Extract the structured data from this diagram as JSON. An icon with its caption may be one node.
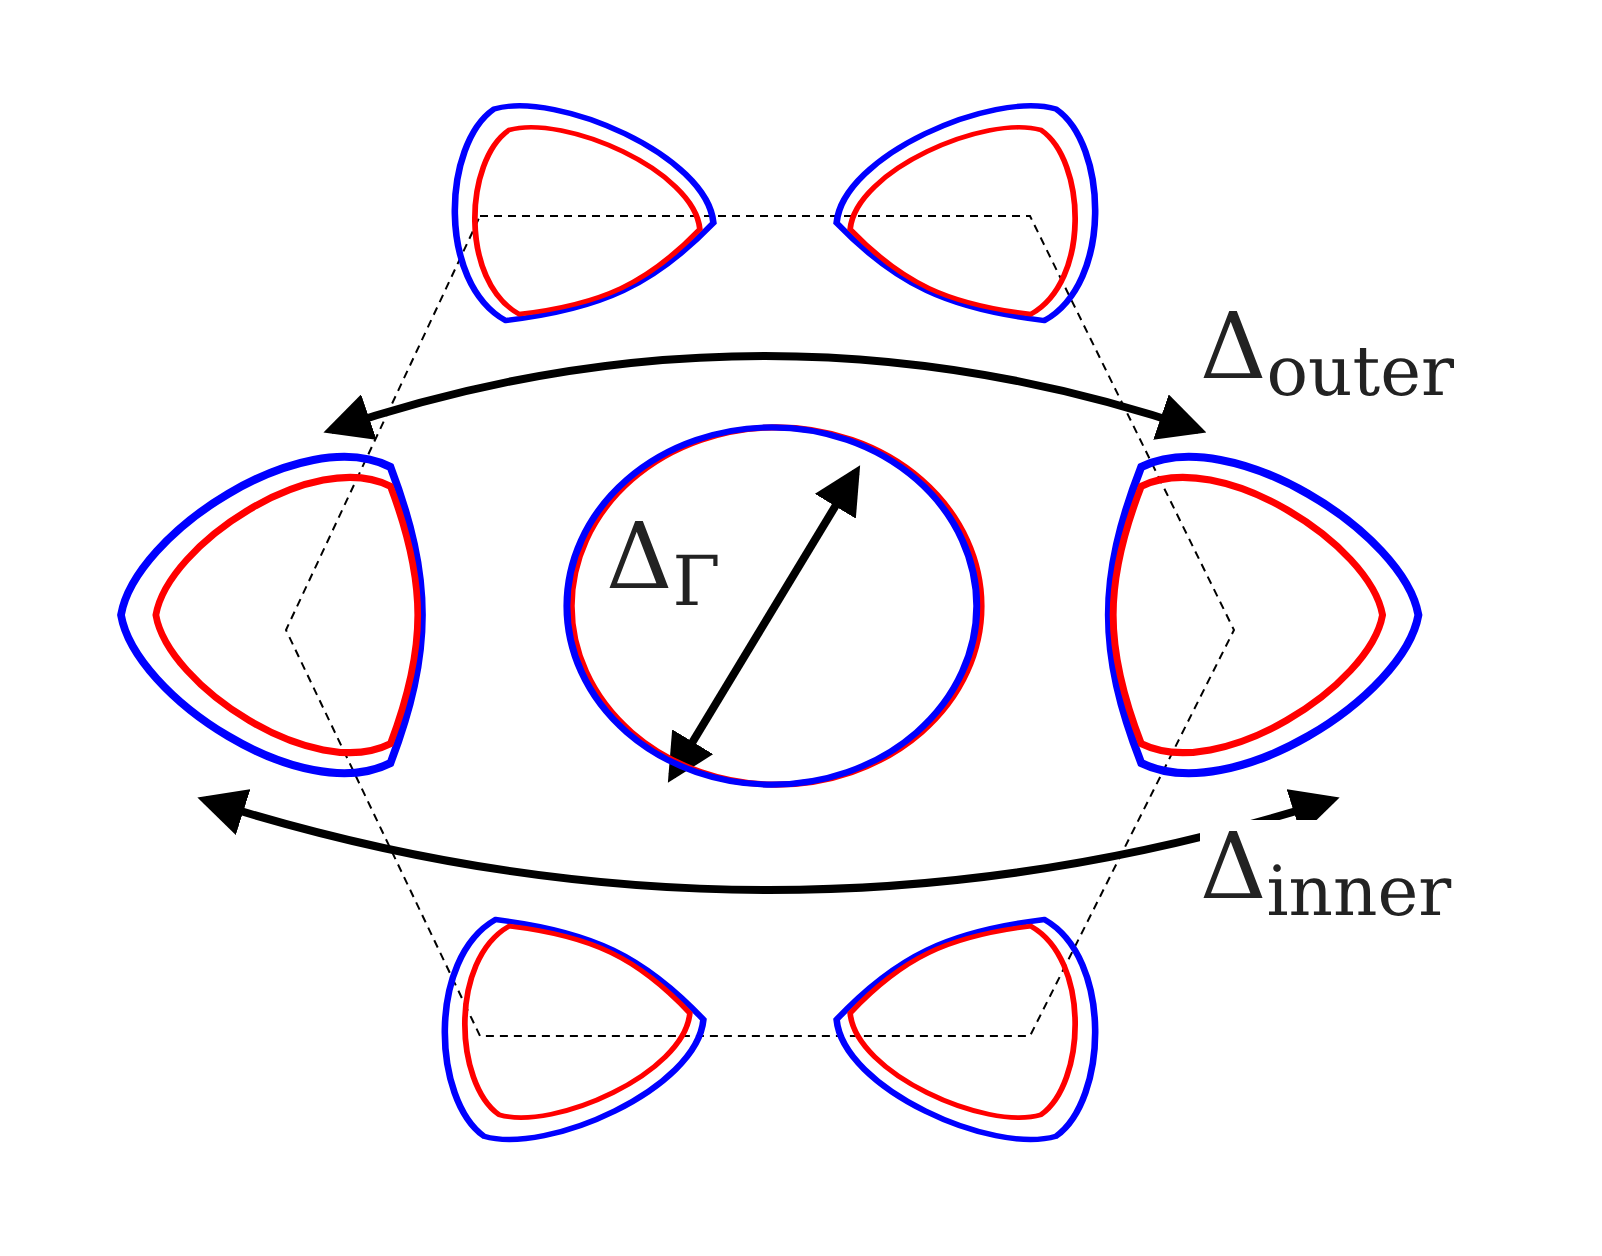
{
  "diagram": {
    "nodes": [
      {
        "text": [],
        "shape": "teardrop"
      },
      {
        "text": [],
        "shape": "teardrop"
      },
      {
        "text": [],
        "shape": "teardrop"
      },
      {
        "text": [],
        "shape": "circle"
      },
      {
        "text": [],
        "shape": "teardrop"
      },
      {
        "text": [],
        "shape": "teardrop"
      },
      {
        "text": [],
        "shape": "teardrop"
      }
    ],
    "edges": [
      {
        "from": 2,
        "to": 4,
        "arrow": "both",
        "label": "Δ$_{outer}$"
      },
      {
        "from": 2,
        "to": 4,
        "arrow": "both",
        "label": "Δ$_{inner}$"
      }
    ],
    "labels": [
      "Δ$_{Γ}$"
    ]
  }
}
